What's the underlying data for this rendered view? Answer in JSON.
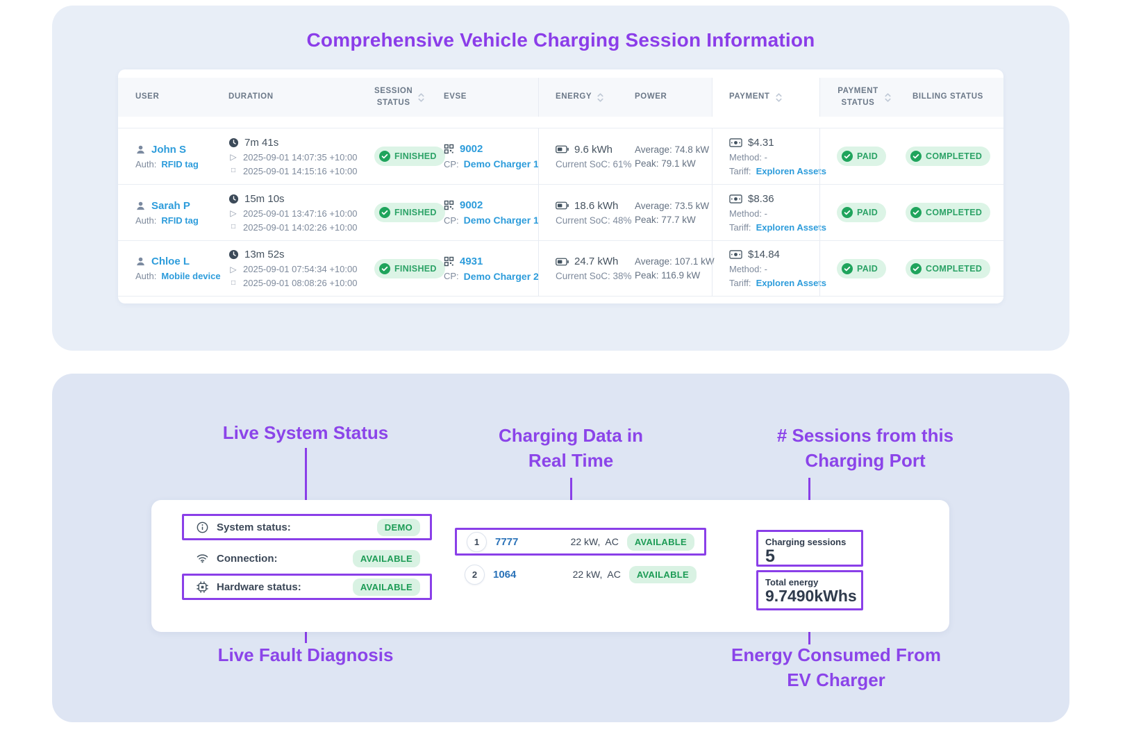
{
  "header": {
    "title": "Comprehensive Vehicle Charging Session Information"
  },
  "table": {
    "headers": [
      "USER",
      "DURATION",
      "SESSION STATUS",
      "EVSE",
      "ENERGY",
      "POWER",
      "PAYMENT",
      "PAYMENT STATUS",
      "BILLING STATUS"
    ],
    "labels": {
      "auth": "Auth:",
      "cp": "CP:",
      "tariff": "Tariff:"
    },
    "rows": [
      {
        "user": {
          "name": "John S",
          "auth_method": "RFID tag"
        },
        "duration": {
          "elapsed": "7m 41s",
          "start": "2025-09-01 14:07:35 +10:00",
          "end": "2025-09-01 14:15:16 +10:00"
        },
        "session_status": "FINISHED",
        "evse": {
          "id": "9002",
          "cp_name": "Demo Charger 1"
        },
        "energy": {
          "amount": "9.6 kWh",
          "soc": "Current SoC: 61%"
        },
        "power": {
          "average": "Average: 74.8 kW",
          "peak": "Peak: 79.1 kW"
        },
        "payment": {
          "amount": "$4.31",
          "method": "Method: -",
          "tariff": "Exploren Assets"
        },
        "payment_status": "PAID",
        "billing_status": "COMPLETED"
      },
      {
        "user": {
          "name": "Sarah P",
          "auth_method": "RFID tag"
        },
        "duration": {
          "elapsed": "15m 10s",
          "start": "2025-09-01 13:47:16 +10:00",
          "end": "2025-09-01 14:02:26 +10:00"
        },
        "session_status": "FINISHED",
        "evse": {
          "id": "9002",
          "cp_name": "Demo Charger 1"
        },
        "energy": {
          "amount": "18.6 kWh",
          "soc": "Current SoC: 48%"
        },
        "power": {
          "average": "Average: 73.5 kW",
          "peak": "Peak: 77.7 kW"
        },
        "payment": {
          "amount": "$8.36",
          "method": "Method: -",
          "tariff": "Exploren Assets"
        },
        "payment_status": "PAID",
        "billing_status": "COMPLETED"
      },
      {
        "user": {
          "name": "Chloe L",
          "auth_method": "Mobile device"
        },
        "duration": {
          "elapsed": "13m 52s",
          "start": "2025-09-01 07:54:34 +10:00",
          "end": "2025-09-01 08:08:26 +10:00"
        },
        "session_status": "FINISHED",
        "evse": {
          "id": "4931",
          "cp_name": "Demo Charger 2"
        },
        "energy": {
          "amount": "24.7 kWh",
          "soc": "Current SoC: 38%"
        },
        "power": {
          "average": "Average: 107.1 kW",
          "peak": "Peak: 116.9 kW"
        },
        "payment": {
          "amount": "$14.84",
          "method": "Method: -",
          "tariff": "Exploren Assets"
        },
        "payment_status": "PAID",
        "billing_status": "COMPLETED"
      }
    ]
  },
  "annotations": {
    "live_system_status": "Live System Status",
    "charging_data": {
      "line1": "Charging Data in",
      "line2": "Real Time"
    },
    "sessions_port": {
      "line1": "# Sessions from this",
      "line2": "Charging Port"
    },
    "live_fault_diagnosis": "Live Fault Diagnosis",
    "energy_consumed": {
      "line1": "Energy Consumed From",
      "line2": "EV Charger"
    }
  },
  "status_card": {
    "system": {
      "label": "System status:",
      "badge": "DEMO"
    },
    "connection": {
      "label": "Connection:",
      "badge": "AVAILABLE"
    },
    "hardware": {
      "label": "Hardware status:",
      "badge": "AVAILABLE"
    },
    "ports": [
      {
        "index": "1",
        "id": "7777",
        "specs": "22 kW,  AC",
        "status": "AVAILABLE"
      },
      {
        "index": "2",
        "id": "1064",
        "specs": "22 kW,  AC",
        "status": "AVAILABLE"
      }
    ],
    "sessions": {
      "label": "Charging sessions",
      "value": "5"
    },
    "total_energy": {
      "label": "Total energy",
      "value": "9.7490kWhs"
    }
  },
  "icons": {
    "user": "person-icon",
    "duration": "clock-icon",
    "start": "play-icon",
    "end": "stop-icon",
    "evse": "qr-grid-icon",
    "energy": "battery-icon",
    "payment": "banknote-icon",
    "status": "check-circle-icon",
    "sort": "sort-chevrons-icon",
    "system": "info-icon",
    "connection": "wifi-icon",
    "hardware": "chip-icon"
  },
  "colors": {
    "accent_purple": "#8B3FE8",
    "link_blue": "#2D9CDB",
    "port_blue": "#2A72B8",
    "badge_green_text": "#22A25F",
    "badge_green_bg": "#DCF4E6",
    "panel_top_bg": "#E8EEF7",
    "panel_bottom_bg": "#DEE5F3"
  }
}
